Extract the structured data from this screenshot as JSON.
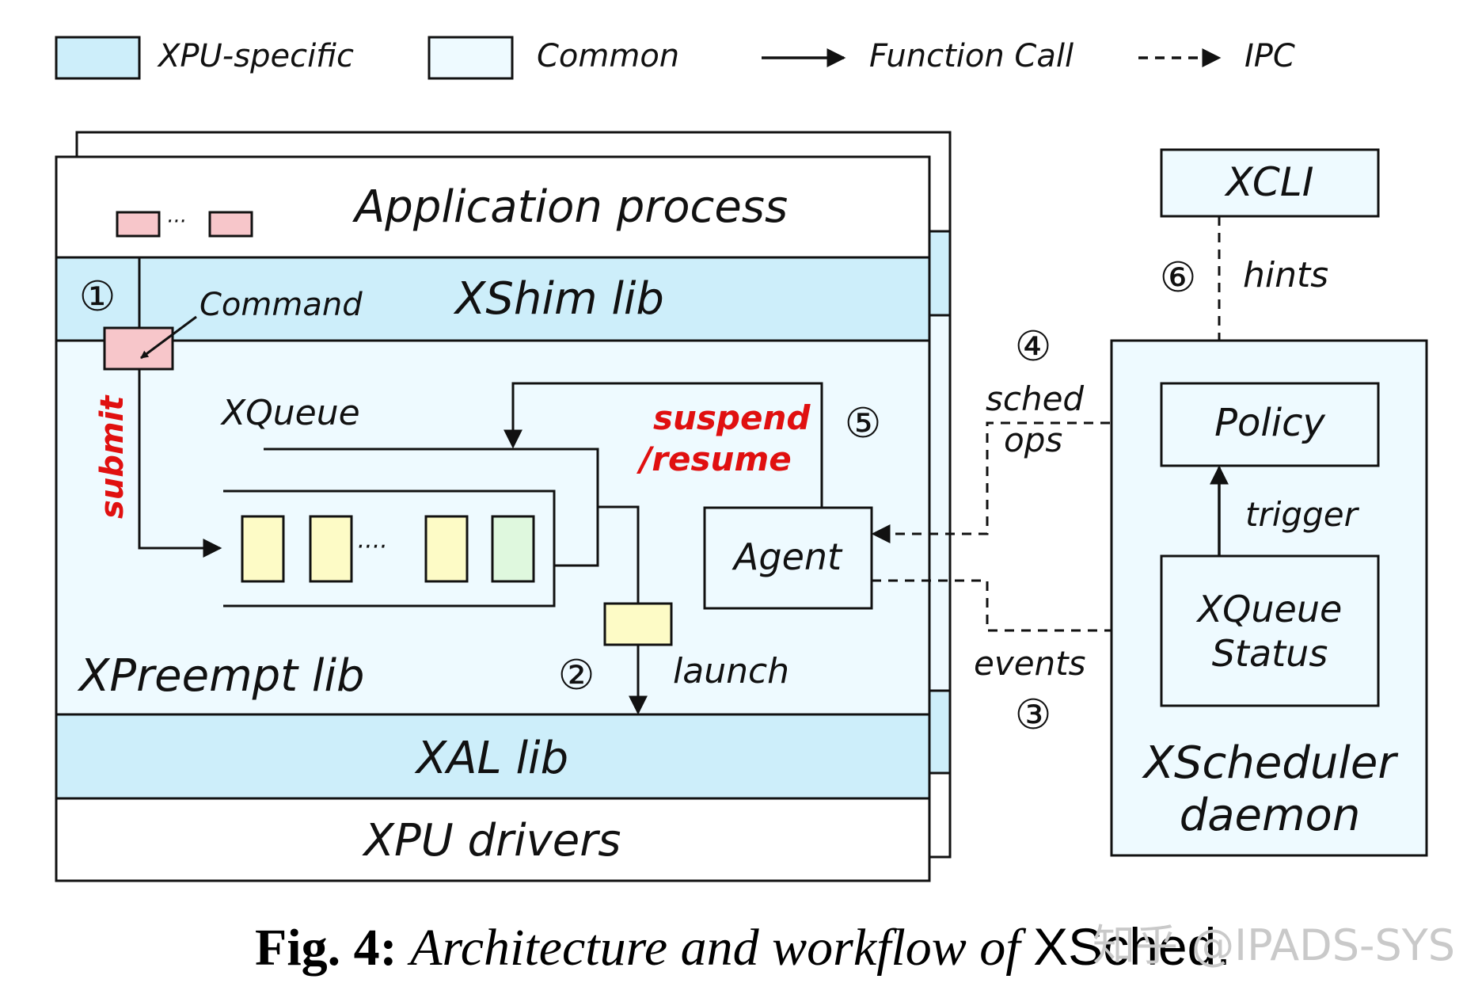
{
  "legend": {
    "xpu_specific": "XPU-specific",
    "common": "Common",
    "function_call": "Function Call",
    "ipc": "IPC"
  },
  "colors": {
    "xpu_specific": "#cdeefa",
    "common": "#eefaff",
    "command_box": "#f7c6ca",
    "queue_item": "#fdfbc6",
    "queue_item_last": "#dff8de",
    "accent_red": "#e01010",
    "stroke": "#111111"
  },
  "application": {
    "title": "Application process",
    "ellipsis": "···"
  },
  "xshim": {
    "title": "XShim lib",
    "step": "①",
    "command_label": "Command"
  },
  "xpreempt": {
    "title": "XPreempt lib",
    "submit_label": "submit",
    "xqueue_label": "XQueue",
    "queue_items": [
      "yellow",
      "yellow",
      "yellow",
      "green"
    ],
    "queue_dots": "····",
    "suspend_label": "suspend",
    "resume_label": "/resume",
    "step_suspend": "⑤",
    "agent_label": "Agent",
    "step_launch": "②",
    "launch_label": "launch"
  },
  "xal": {
    "title": "XAL lib"
  },
  "drivers": {
    "title": "XPU drivers"
  },
  "ipc_labels": {
    "step_sched": "④",
    "sched_ops_line1": "sched",
    "sched_ops_line2": "ops",
    "events_label": "events",
    "step_events": "③"
  },
  "xcli": {
    "title": "XCLI",
    "step": "⑥",
    "hints_label": "hints"
  },
  "xscheduler": {
    "policy_label": "Policy",
    "trigger_label": "trigger",
    "status_line1": "XQueue",
    "status_line2": "Status",
    "daemon_line1": "XScheduler",
    "daemon_line2": "daemon"
  },
  "caption": {
    "fig_label": "Fig. 4:",
    "text": " Architecture and workflow of ",
    "system": "XSched."
  },
  "watermark": "知乎 @IPADS-SYS"
}
